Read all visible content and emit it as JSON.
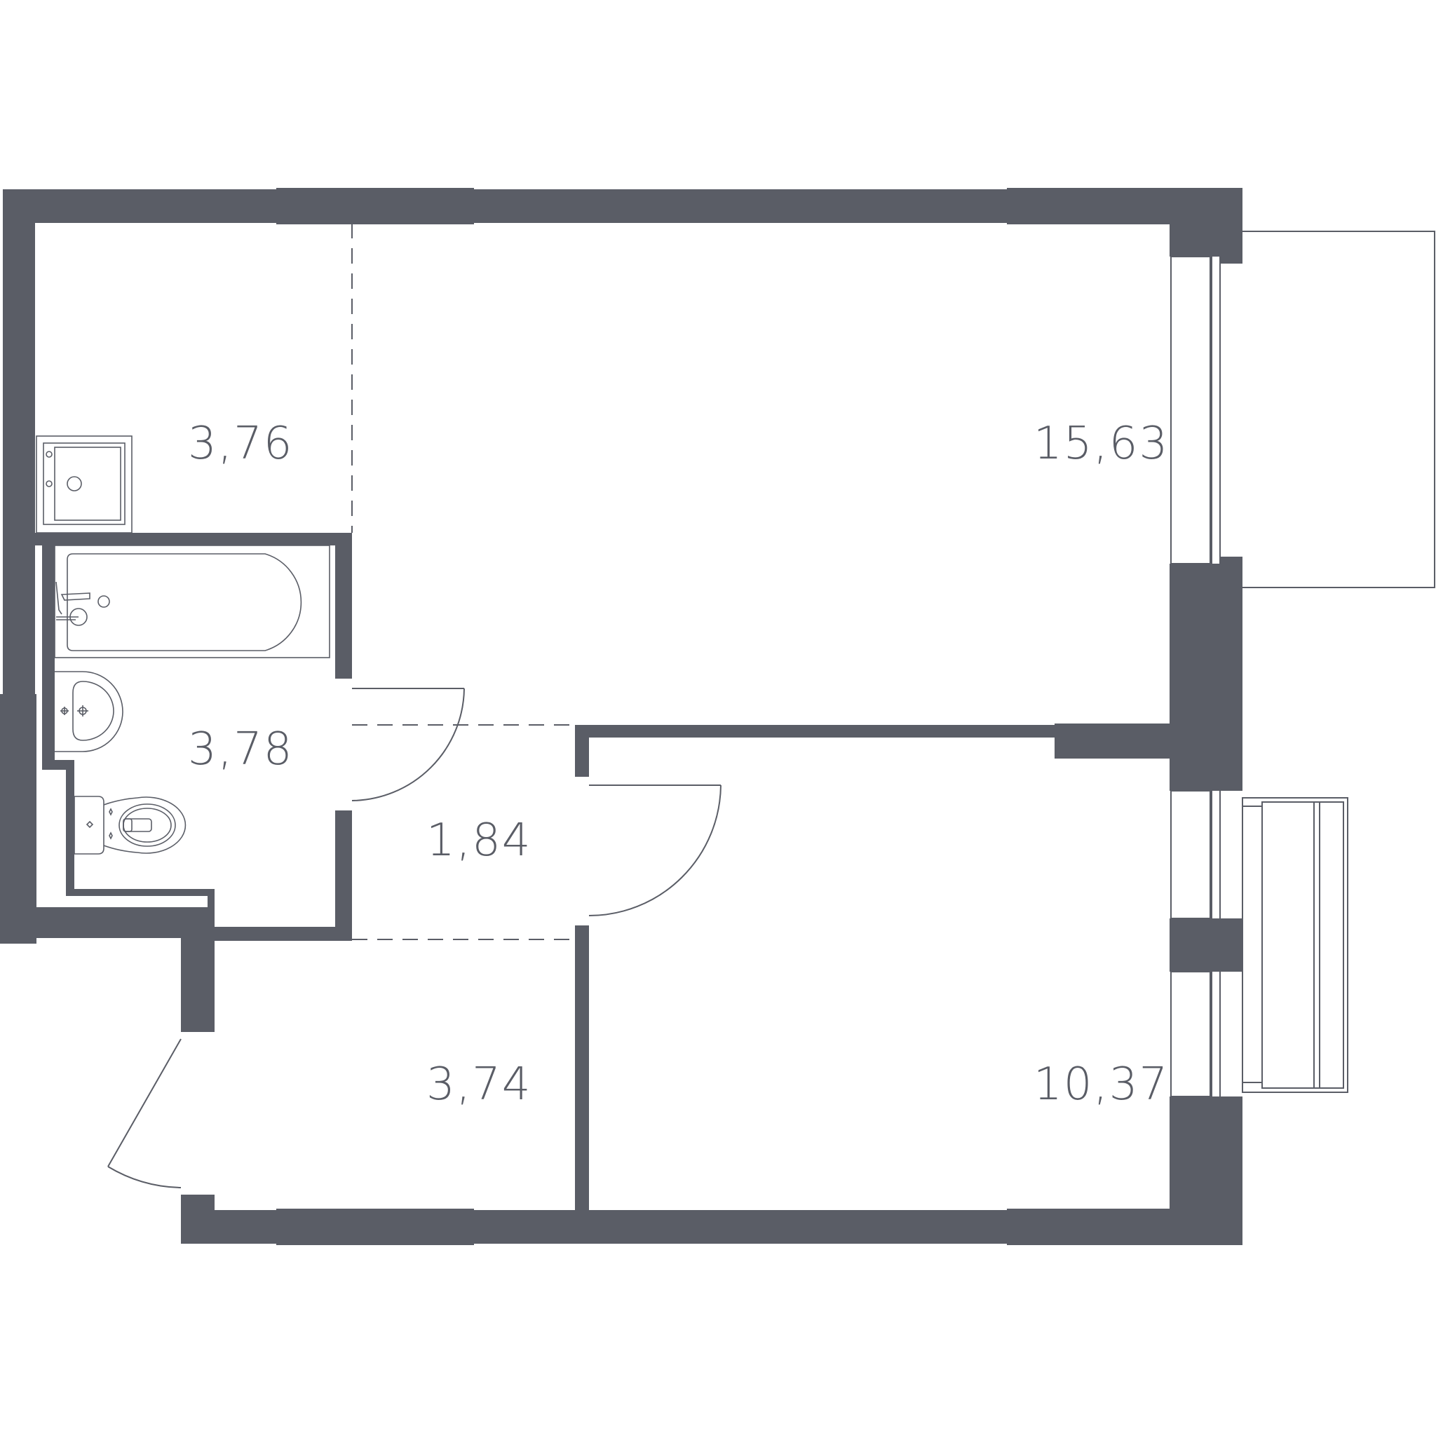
{
  "floor_plan": {
    "rooms": [
      {
        "id": "kitchen",
        "area": "3,76"
      },
      {
        "id": "living-room",
        "area": "15,63"
      },
      {
        "id": "bathroom",
        "area": "3,78"
      },
      {
        "id": "corridor",
        "area": "1,84"
      },
      {
        "id": "hallway",
        "area": "3,74"
      },
      {
        "id": "bedroom",
        "area": "10,37"
      }
    ]
  },
  "colors": {
    "wall": "#5a5d66",
    "background": "#ffffff"
  }
}
